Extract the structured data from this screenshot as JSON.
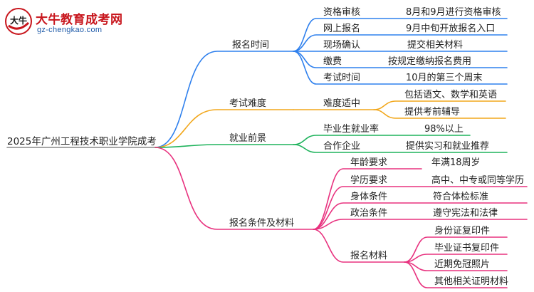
{
  "logo": {
    "title": "大牛教育成考网",
    "url": "gz-chengkao.com",
    "mark": "大牛"
  },
  "colors": {
    "blue": "#2f80ed",
    "orange": "#f2a71b",
    "green": "#1fb35c",
    "pink": "#e8327f",
    "text": "#222222"
  },
  "root": "2025年广州工程技术职业学院成考",
  "branches": [
    {
      "label": "报名时间",
      "color": "blue",
      "children": [
        {
          "label": "资格审核",
          "value": "8月和9月进行资格审核"
        },
        {
          "label": "网上报名",
          "value": "9月中旬开放报名入口"
        },
        {
          "label": "现场确认",
          "value": "提交相关材料"
        },
        {
          "label": "缴费",
          "value": "按规定缴纳报名费用"
        },
        {
          "label": "考试时间",
          "value": "10月的第三个周末"
        }
      ]
    },
    {
      "label": "考试难度",
      "color": "orange",
      "children": [
        {
          "label": "难度适中",
          "subs": [
            "包括语文、数学和英语",
            "提供考前辅导"
          ]
        }
      ]
    },
    {
      "label": "就业前景",
      "color": "green",
      "children": [
        {
          "label": "毕业生就业率",
          "value": "98%以上"
        },
        {
          "label": "合作企业",
          "value": "提供实习和就业推荐"
        }
      ]
    },
    {
      "label": "报名条件及材料",
      "color": "pink",
      "children": [
        {
          "label": "年龄要求",
          "value": "年满18周岁"
        },
        {
          "label": "学历要求",
          "value": "高中、中专或同等学历"
        },
        {
          "label": "身体条件",
          "value": "符合体检标准"
        },
        {
          "label": "政治条件",
          "value": "遵守宪法和法律"
        },
        {
          "label": "报名材料",
          "subs": [
            "身份证复印件",
            "毕业证书复印件",
            "近期免冠照片",
            "其他相关证明材料"
          ]
        }
      ]
    }
  ]
}
